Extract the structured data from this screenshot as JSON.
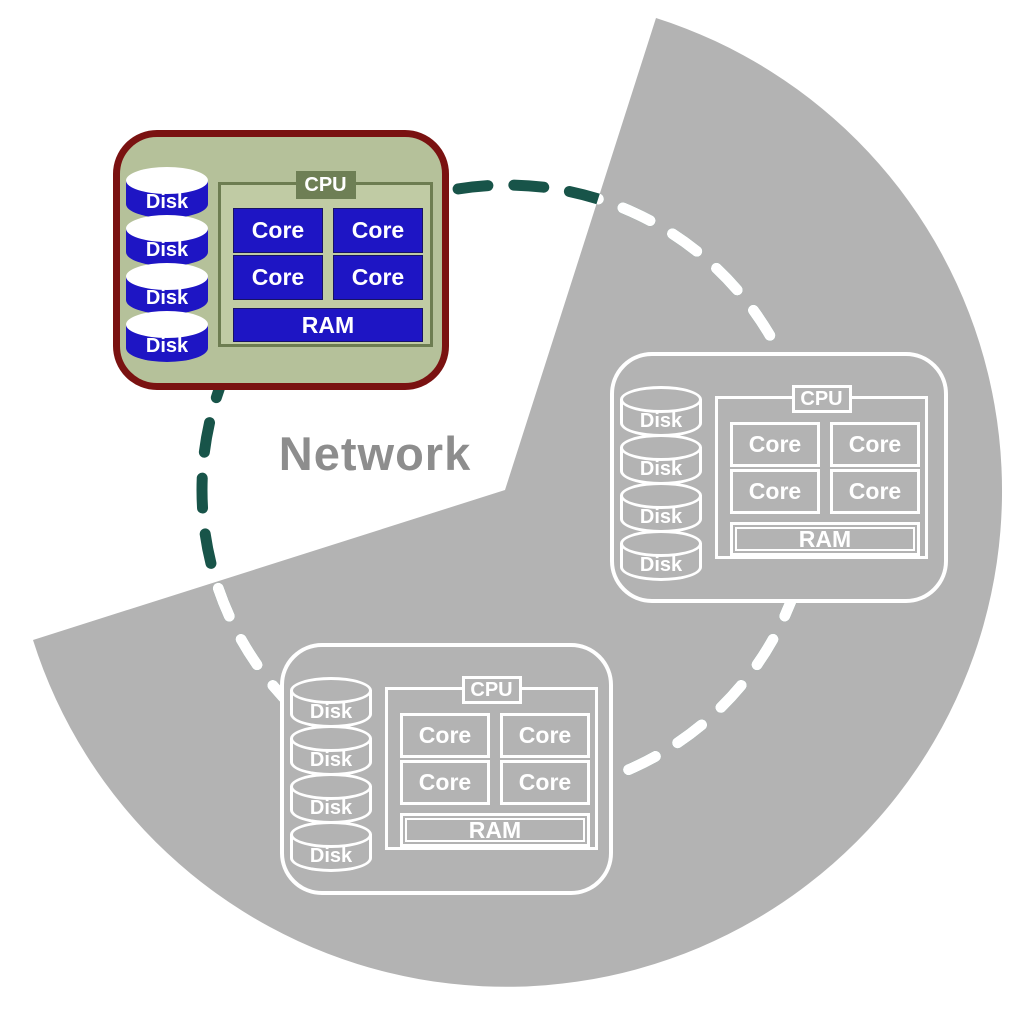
{
  "diagram": {
    "network_label": "Network",
    "colors": {
      "background": "#ffffff",
      "pie_gray": "#b3b3b3",
      "network_text_gray": "#8d8d8d",
      "ring_dash_teal": "#185449",
      "ring_dash_white": "#ffffff",
      "local_node_fill": "#b5c19a",
      "local_node_border": "#7a1211",
      "local_panel_fill": "#c0cba4",
      "local_panel_border": "#6d7d51",
      "cpu_tab_olive": "#6e7f55",
      "component_blue": "#1e15c4",
      "remote_outline": "#ffffff"
    }
  },
  "nodes": [
    {
      "id": "local-highlighted",
      "disks": [
        "Disk",
        "Disk",
        "Disk",
        "Disk"
      ],
      "cpu": {
        "label": "CPU",
        "cores": [
          "Core",
          "Core",
          "Core",
          "Core"
        ],
        "ram": "RAM"
      }
    },
    {
      "id": "remote-right",
      "disks": [
        "Disk",
        "Disk",
        "Disk",
        "Disk"
      ],
      "cpu": {
        "label": "CPU",
        "cores": [
          "Core",
          "Core",
          "Core",
          "Core"
        ],
        "ram": "RAM"
      }
    },
    {
      "id": "remote-bottom",
      "disks": [
        "Disk",
        "Disk",
        "Disk",
        "Disk"
      ],
      "cpu": {
        "label": "CPU",
        "cores": [
          "Core",
          "Core",
          "Core",
          "Core"
        ],
        "ram": "RAM"
      }
    }
  ]
}
